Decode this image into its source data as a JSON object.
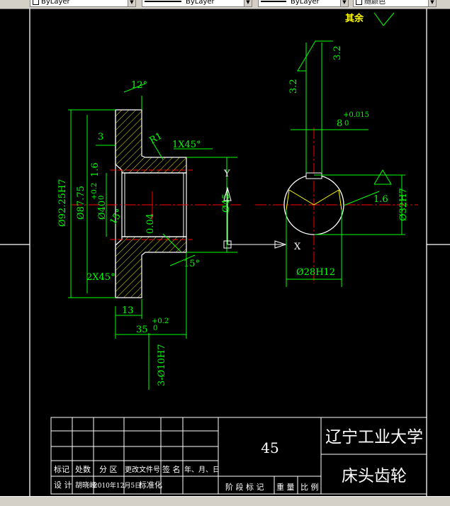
{
  "toolbar": {
    "layer_combo": "ByLayer",
    "linetype_combo": "ByLayer",
    "lineweight_combo": "ByLayer",
    "color_combo": "随颜色"
  },
  "drawing": {
    "roughness_other": "其余",
    "dimensions": {
      "chamfer_top": "1X45°",
      "radius": "R1",
      "chamfer_bottom": "2X45°",
      "angle_top": "12°",
      "angle_bottom": "15°",
      "angle_bore": "15°",
      "width_small": "3",
      "width_13": "13",
      "width_35": "35",
      "tol_35": "+0.2",
      "tol_35b": "0",
      "dia_outer": "Ø92.25H7",
      "dia_pitch": "Ø87.75",
      "dia_bore": "Ø40",
      "tol_bore_up": "+0.2",
      "tol_bore_low": "0",
      "dia_45": "Ø45",
      "rough_left": "1.6",
      "runout": "0.04",
      "holes": "3-Ø10H7",
      "rough_32_top": "3.2",
      "rough_32_left": "3.2",
      "key_8": "8",
      "tol_8_up": "+0.015",
      "tol_8_low": "0",
      "dia_32": "Ø32H7",
      "rough_right": "1.6",
      "dia_28": "Ø28H12",
      "axis_y": "Y",
      "axis_x": "X"
    }
  },
  "title_block": {
    "material": "45",
    "university": "辽宁工业大学",
    "part_name": "床头齿轮",
    "row_labels": [
      "标记",
      "处数",
      "分 区",
      "更改文件号",
      "签 名",
      "年、月、日"
    ],
    "design_label": "设 计",
    "designer": "胡晓峰",
    "design_date": "2010年12月5日",
    "standardize": "标准化",
    "stage_mark": "阶 段 标 记",
    "weight": "重 量",
    "scale": "比 例"
  }
}
